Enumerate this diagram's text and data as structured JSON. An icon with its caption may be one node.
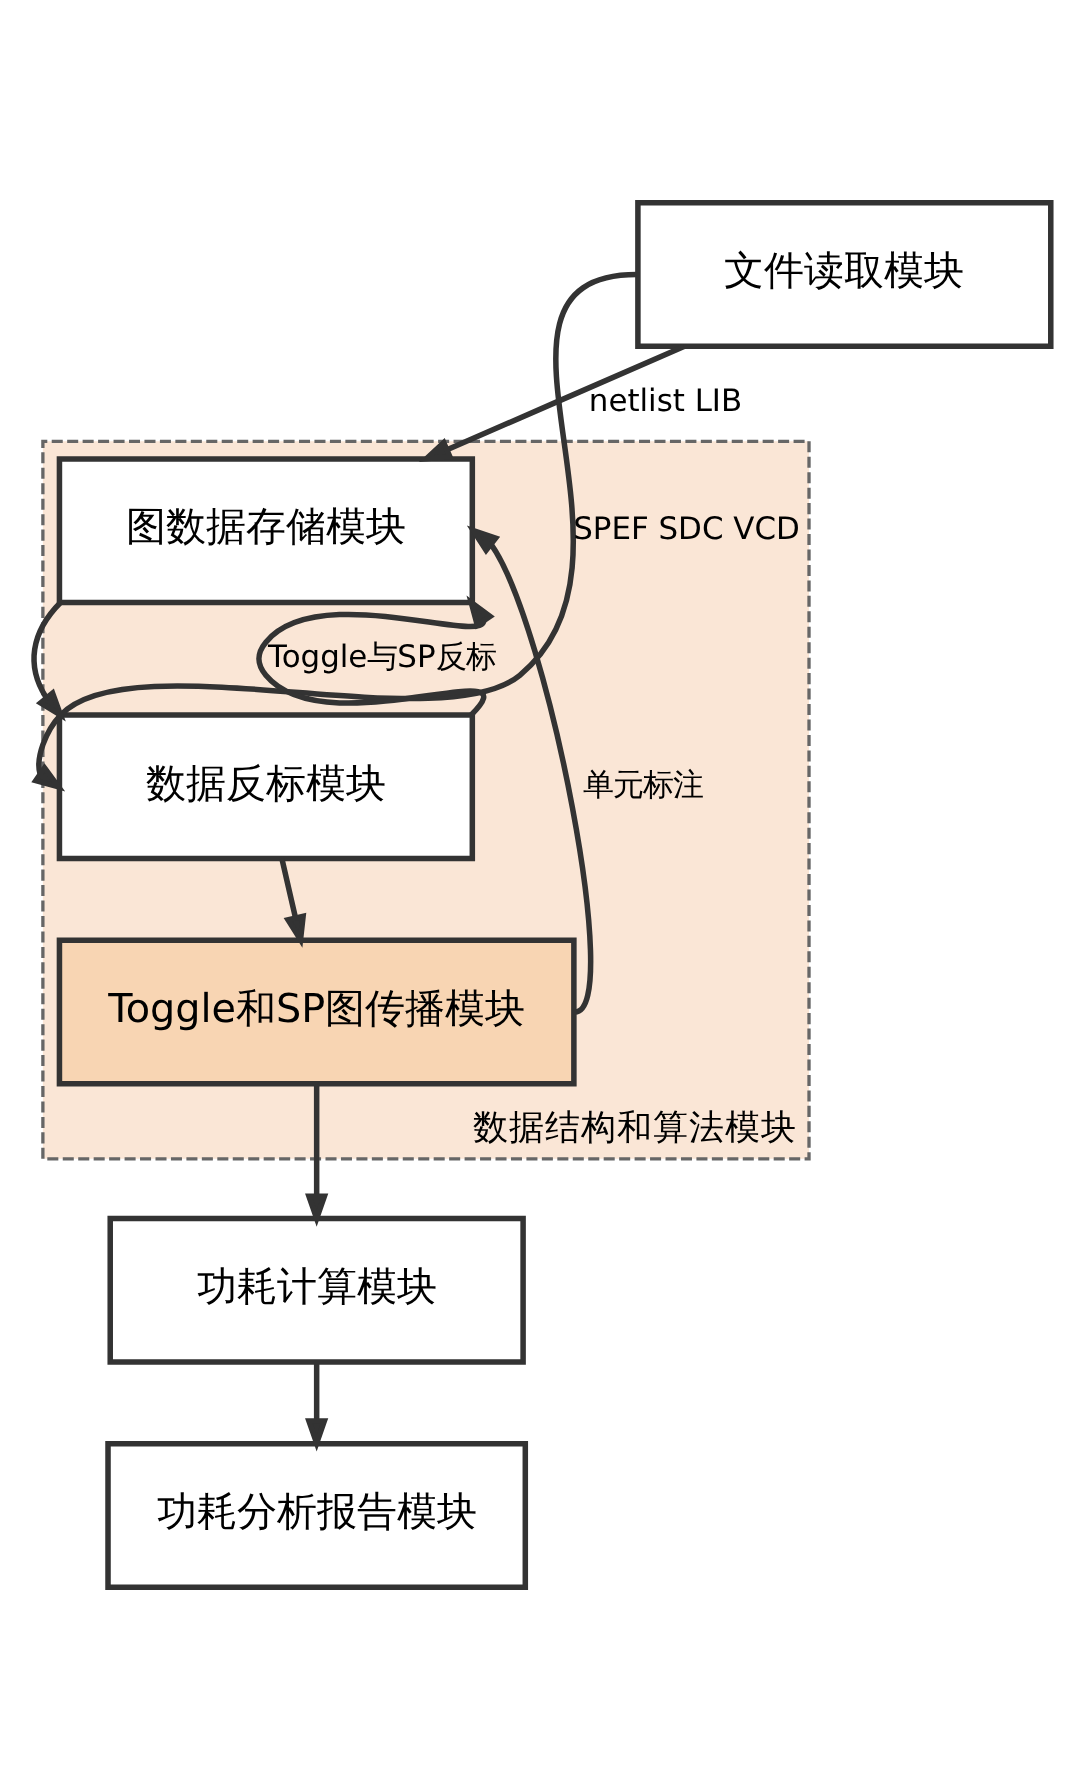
{
  "diagram": {
    "nodes": [
      {
        "text": [
          "文件读取模块"
        ]
      },
      {
        "text": [
          "数据结构和算法模块"
        ]
      },
      {
        "text": [
          "图数据存储模块"
        ],
        "in": 1
      },
      {
        "text": [
          "数据反标模块"
        ],
        "in": 1
      },
      {
        "text": [
          "Toggle和SP图传播模块"
        ],
        "in": 1
      },
      {
        "text": [
          "功耗计算模块"
        ]
      },
      {
        "text": [
          "功耗分析报告模块"
        ]
      }
    ],
    "edges": [
      {
        "from": 0,
        "to": 2,
        "arrow": "to",
        "label": "netlist LIB"
      },
      {
        "from": 0,
        "to": 3,
        "arrow": "to",
        "label": "SPEF SDC VCD"
      },
      {
        "from": 2,
        "to": 3,
        "arrow": "to"
      },
      {
        "from": 3,
        "to": 2,
        "arrow": "to",
        "label": "Toggle与SP反标"
      },
      {
        "from": 3,
        "to": 4,
        "arrow": "to"
      },
      {
        "from": 4,
        "to": 2,
        "arrow": "to",
        "label": "单元标注"
      },
      {
        "from": 4,
        "to": 5,
        "arrow": "to"
      },
      {
        "from": 5,
        "to": 6,
        "arrow": "to"
      }
    ]
  }
}
